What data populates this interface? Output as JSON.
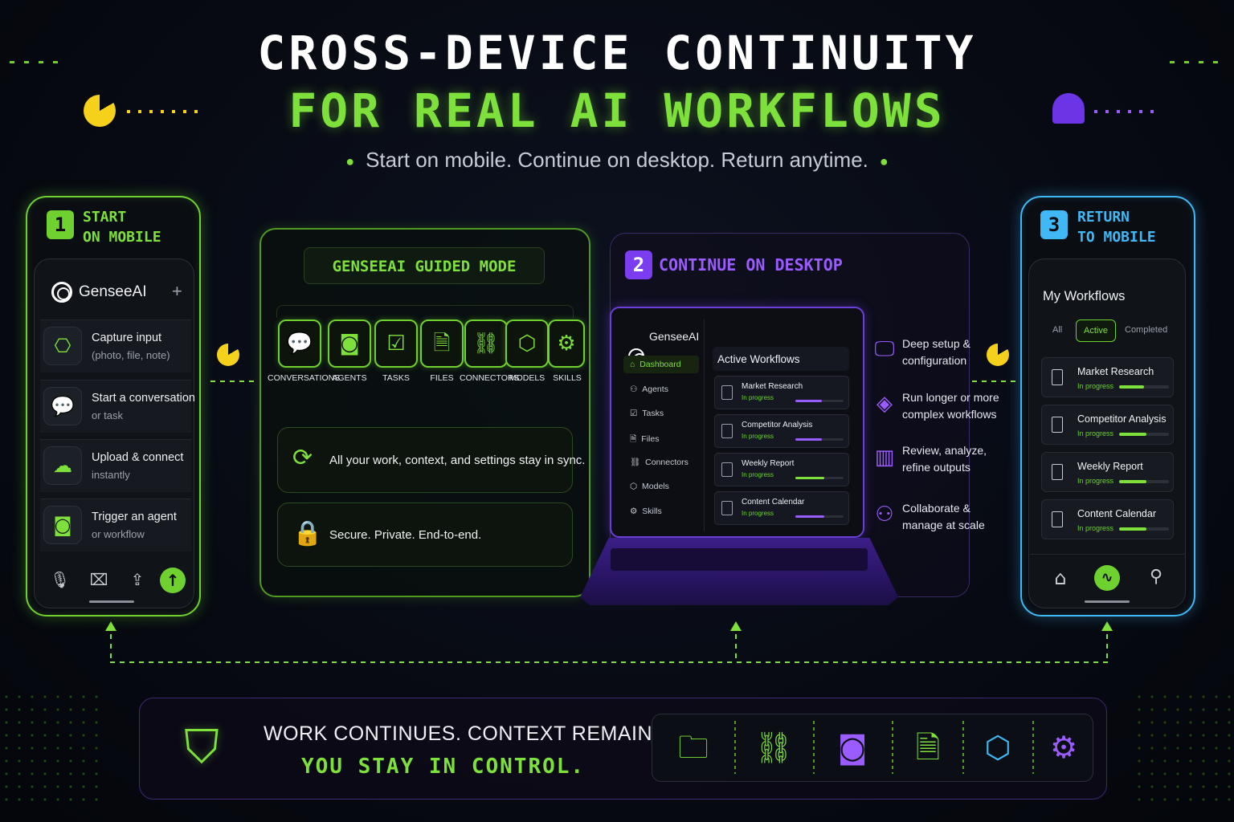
{
  "header": {
    "title_line1": "CROSS-DEVICE CONTINUITY",
    "title_line2": "FOR REAL AI WORKFLOWS",
    "subtitle": "Start on mobile. Continue on desktop. Return anytime."
  },
  "step1": {
    "number": "1",
    "label_line1": "START",
    "label_line2": "ON MOBILE",
    "brand": "GenseeAI",
    "add_symbol": "+",
    "items": [
      {
        "title": "Capture input",
        "sub": "(photo, file, note)",
        "icon": "camera-icon"
      },
      {
        "title": "Start a conversation",
        "sub": "or task",
        "icon": "chat-icon"
      },
      {
        "title": "Upload & connect",
        "sub": "instantly",
        "icon": "cloud-upload-icon"
      },
      {
        "title": "Trigger an agent",
        "sub": "or workflow",
        "icon": "robot-icon"
      }
    ]
  },
  "guided": {
    "title": "GENSEEAI GUIDED MODE",
    "tools": [
      {
        "label": "CONVERSATIONS",
        "icon": "chat-icon"
      },
      {
        "label": "AGENTS",
        "icon": "robot-icon"
      },
      {
        "label": "TASKS",
        "icon": "clipboard-icon"
      },
      {
        "label": "FILES",
        "icon": "document-icon"
      },
      {
        "label": "CONNECTORS",
        "icon": "link-icon"
      },
      {
        "label": "MODELS",
        "icon": "cube-icon"
      },
      {
        "label": "SKILLS",
        "icon": "gear-icon"
      }
    ],
    "sync_text": "All your work, context, and settings stay in sync.",
    "secure_text": "Secure. Private. End-to-end."
  },
  "step2": {
    "number": "2",
    "label": "CONTINUE ON DESKTOP",
    "brand": "GenseeAI",
    "sidebar": [
      "Dashboard",
      "Agents",
      "Tasks",
      "Files",
      "Connectors",
      "Models",
      "Skills"
    ],
    "active_title": "Active Workflows",
    "workflows": [
      {
        "title": "Market Research",
        "status": "In progress",
        "progress": 0.55,
        "color": "#9b5cff"
      },
      {
        "title": "Competitor Analysis",
        "status": "In progress",
        "progress": 0.55,
        "color": "#9b5cff"
      },
      {
        "title": "Weekly Report",
        "status": "In progress",
        "progress": 0.6,
        "color": "#7ee03a"
      },
      {
        "title": "Content Calendar",
        "status": "In progress",
        "progress": 0.6,
        "color": "#9b5cff"
      }
    ],
    "features": [
      {
        "line1": "Deep setup &",
        "line2": "configuration",
        "icon": "monitor-icon"
      },
      {
        "line1": "Run longer or more",
        "line2": "complex workflows",
        "icon": "layers-icon"
      },
      {
        "line1": "Review, analyze,",
        "line2": "refine outputs",
        "icon": "bar-chart-icon"
      },
      {
        "line1": "Collaborate &",
        "line2": "manage at scale",
        "icon": "users-icon"
      }
    ]
  },
  "step3": {
    "number": "3",
    "label_line1": "RETURN",
    "label_line2": "TO MOBILE",
    "title": "My Workflows",
    "tabs": [
      "All",
      "Active",
      "Completed"
    ],
    "workflows": [
      {
        "title": "Market Research",
        "status": "In progress",
        "progress": 0.5
      },
      {
        "title": "Competitor Analysis",
        "status": "In progress",
        "progress": 0.55
      },
      {
        "title": "Weekly Report",
        "status": "In progress",
        "progress": 0.55
      },
      {
        "title": "Content Calendar",
        "status": "In progress",
        "progress": 0.55
      }
    ]
  },
  "bottom": {
    "line1": "WORK CONTINUES. CONTEXT REMAINS.",
    "line2": "YOU STAY IN CONTROL.",
    "icons": [
      {
        "icon": "folder-icon",
        "color": "#7ee03a"
      },
      {
        "icon": "link-icon",
        "color": "#7ee03a"
      },
      {
        "icon": "robot-icon",
        "color": "#9b5cff"
      },
      {
        "icon": "document-icon",
        "color": "#7ee03a"
      },
      {
        "icon": "cube-icon",
        "color": "#3fb8f5"
      },
      {
        "icon": "gear-icon",
        "color": "#9b5cff"
      }
    ]
  },
  "colors": {
    "green": "#7ee03a",
    "purple": "#9b5cff",
    "blue": "#3fb8f5",
    "yellow": "#f6d11b"
  }
}
